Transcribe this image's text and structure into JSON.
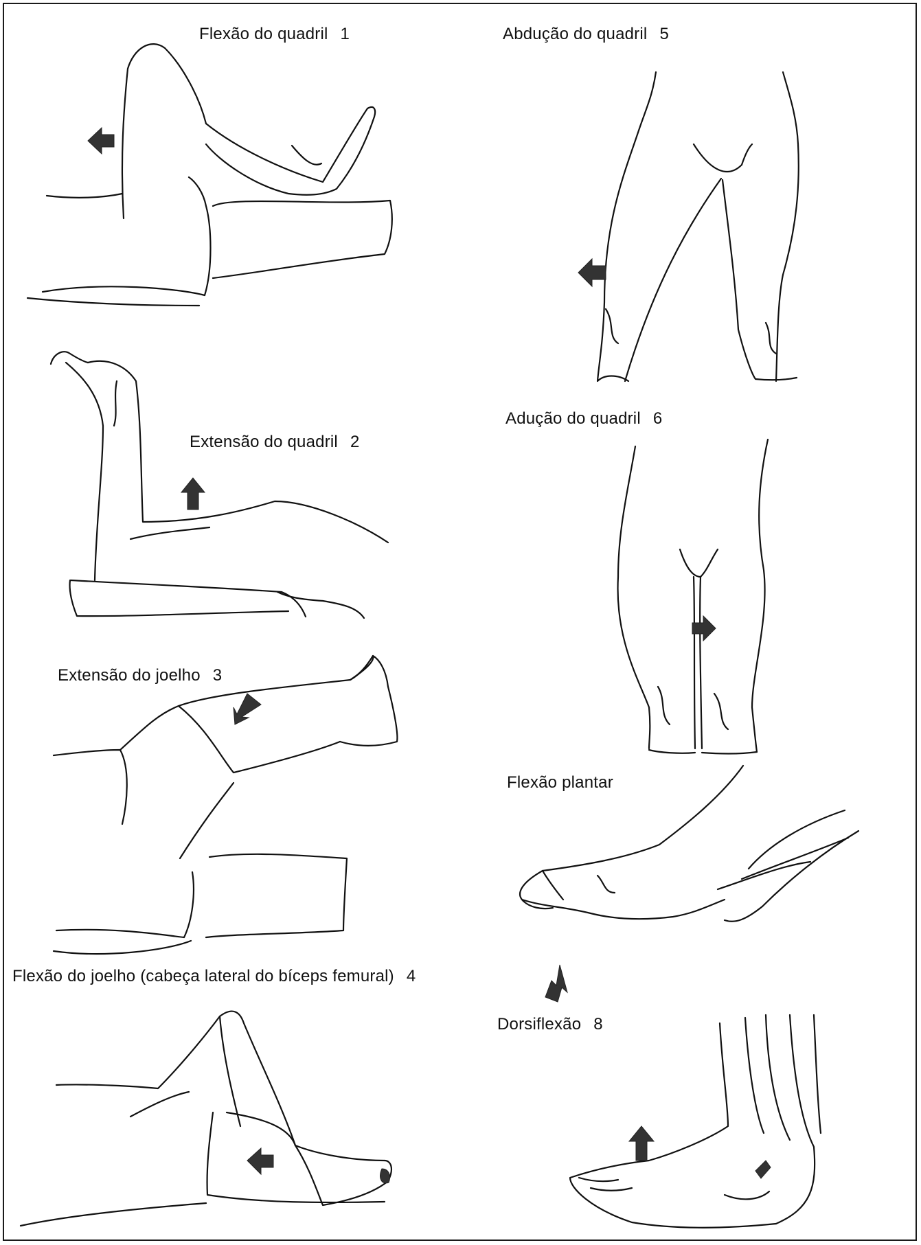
{
  "figure": {
    "panels": [
      {
        "title": "Flexão do quadril",
        "number": "1"
      },
      {
        "title": "Extensão do quadril",
        "number": "2"
      },
      {
        "title": "Extensão do joelho",
        "number": "3"
      },
      {
        "title": "Flexão do joelho (cabeça lateral do bíceps femural)",
        "number": "4"
      },
      {
        "title": "Abdução do quadril",
        "number": "5"
      },
      {
        "title": "Adução do quadril",
        "number": "6"
      },
      {
        "title": "Flexão plantar",
        "number": ""
      },
      {
        "title": "Dorsiflexão",
        "number": "8"
      }
    ],
    "line_color": "#111111",
    "arrow_color": "#333333"
  }
}
